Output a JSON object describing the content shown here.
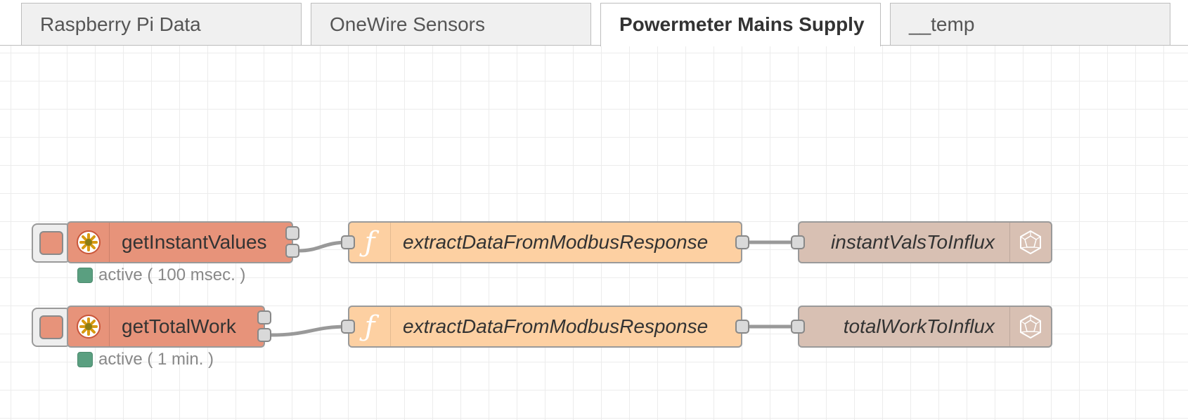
{
  "tabs": [
    {
      "label": "Raspberry Pi Data",
      "active": false
    },
    {
      "label": "OneWire Sensors",
      "active": false
    },
    {
      "label": "Powermeter Mains Supply",
      "active": true
    },
    {
      "label": "__temp",
      "active": false
    }
  ],
  "flows": [
    {
      "inject": {
        "label": "getInstantValues",
        "icon": "modbus-gear-icon",
        "status": "active ( 100 msec. )",
        "status_color": "#5a9f80"
      },
      "function": {
        "label": "extractDataFromModbusResponse",
        "icon": "function-icon"
      },
      "output": {
        "label": "instantValsToInflux",
        "icon": "influxdb-icon"
      }
    },
    {
      "inject": {
        "label": "getTotalWork",
        "icon": "modbus-gear-icon",
        "status": "active ( 1 min. )",
        "status_color": "#5a9f80"
      },
      "function": {
        "label": "extractDataFromModbusResponse",
        "icon": "function-icon"
      },
      "output": {
        "label": "totalWorkToInflux",
        "icon": "influxdb-icon"
      }
    }
  ],
  "colors": {
    "inject_node": "#e7937a",
    "function_node": "#fdd0a2",
    "influx_node": "#d8c0b3",
    "wire": "#999999",
    "status_active": "#5a9f80"
  }
}
